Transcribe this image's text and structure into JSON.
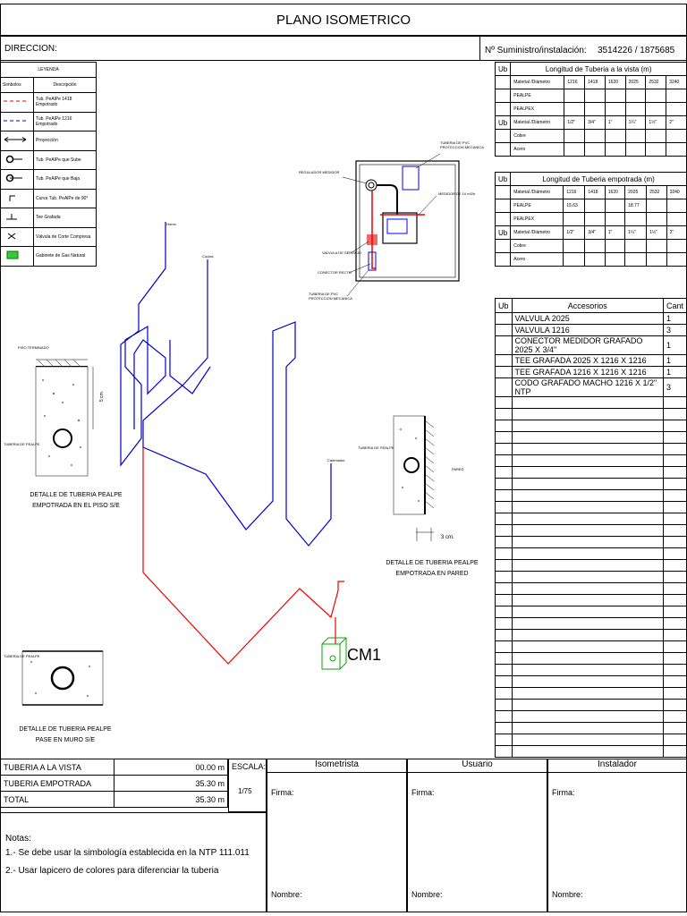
{
  "header": {
    "title": "PLANO ISOMETRICO"
  },
  "address": {
    "label": "DIRECCION:"
  },
  "supply": {
    "label": "Nº Suministro/instalación:",
    "value": "3514226 / 1875685"
  },
  "legend": {
    "title": "LEYENDA",
    "col_symbols": "Simbolos",
    "col_desc": "Descripción",
    "items": [
      {
        "desc": "Tub. PeAlPe 1418 Empotrado",
        "icon": "red-dashed-line-icon"
      },
      {
        "desc": "Tub. PeAlPe 1216 Empotrado",
        "icon": "blue-dashed-line-icon"
      },
      {
        "desc": "Proyección",
        "icon": "double-arrow-icon"
      },
      {
        "desc": "Tub. PeAlPe que Sube",
        "icon": "rising-pipe-icon"
      },
      {
        "desc": "Tub. PeAlPe que Baja",
        "icon": "falling-pipe-icon"
      },
      {
        "desc": "Curva Tub. PeAlPe de 90°",
        "icon": "elbow-icon"
      },
      {
        "desc": "Tee Grafada",
        "icon": "tee-icon"
      },
      {
        "desc": "Válvula de Corte Compresa",
        "icon": "valve-icon"
      },
      {
        "desc": "Gabinete de Gas Natural",
        "icon": "cabinet-icon"
      }
    ]
  },
  "visible_pipes": {
    "ub": "Ub",
    "title": "Longitud de Tuberia a la vista (m)",
    "row1_header": [
      "Material /Diámetro",
      "1216",
      "1418",
      "1620",
      "2025",
      "2532",
      "3240"
    ],
    "row1_materials": [
      "PEALPE",
      "PEALPEX"
    ],
    "row2_header": [
      "Material /Diámetro",
      "1/2\"",
      "3/4\"",
      "1\"",
      "1¼\"",
      "1½\"",
      "2\""
    ],
    "row2_materials": [
      "Cobre",
      "Acero"
    ]
  },
  "embedded_pipes": {
    "ub": "Ub",
    "title": "Longitud de Tuberia empotrada (m)",
    "row1_header": [
      "Material /Diámetro",
      "1216",
      "1418",
      "1620",
      "2025",
      "2532",
      "3240"
    ],
    "row1_materials": [
      {
        "name": "PEALPE",
        "values": [
          "15.63",
          "",
          "",
          "18.77",
          "",
          ""
        ]
      },
      {
        "name": "PEALPEX",
        "values": [
          "",
          "",
          "",
          "",
          "",
          ""
        ]
      }
    ],
    "row2_header": [
      "Material /Diámetro",
      "1/2\"",
      "3/4\"",
      "1\"",
      "1¼\"",
      "1½\"",
      "2\""
    ],
    "row2_materials": [
      "Cobre",
      "Acero"
    ]
  },
  "accessories": {
    "ub": "Ub",
    "title": "Accesorios",
    "cant": "Cant",
    "items": [
      {
        "name": "VALVULA 2025",
        "qty": "1"
      },
      {
        "name": "VALVULA 1216",
        "qty": "3"
      },
      {
        "name": "CONECTOR MEDIDOR GRAFADO 2025 X 3/4\"",
        "qty": "1"
      },
      {
        "name": "TEE GRAFADA 2025 X 1216 X 1216",
        "qty": "1"
      },
      {
        "name": "TEE GRAFADA 1216 X 1216 X 1216",
        "qty": "1"
      },
      {
        "name": "CODO GRAFADO MACHO 1216 X 1/2\" NTP",
        "qty": "3"
      }
    ]
  },
  "drawing": {
    "meter_labels": [
      "REGULADOR MEDIDOR",
      "TUBERIA DE PVC PROTECCION MECANICA",
      "MEDIDOR DE 10 m3/h",
      "VALVULA DE SERVICIO",
      "CONECTOR RECTO",
      "TUBERIA DE PVC PROTECCION MECANICA"
    ],
    "detail_floor": {
      "label": "PISO TERMINADO",
      "pipe": "TUBERIA DE PEALPE",
      "dim": "5 cm.",
      "caption": "DETALLE DE TUBERIA PEALPE EMPOTRADA EN EL PISO S/E"
    },
    "detail_wall": {
      "pipe": "TUBERIA DE PEALPE",
      "wall": "PARED",
      "dim": "3 cm.",
      "caption": "DETALLE DE TUBERIA PEALPE EMPOTRADA EN PARED"
    },
    "detail_pass": {
      "pipe": "TUBERIA DE PEALPE",
      "caption": "DETALLE DE TUBERIA PEALPE PASE EN MURO S/E"
    },
    "cabinet_label": "CM1",
    "point_labels": [
      "Horno",
      "Cocina",
      "Calentador"
    ]
  },
  "totals": {
    "rows": [
      {
        "label": "TUBERIA A LA VISTA",
        "value": "00.00 m"
      },
      {
        "label": "TUBERIA EMPOTRADA",
        "value": "35.30 m"
      },
      {
        "label": "TOTAL",
        "value": "35.30 m"
      }
    ],
    "scale_label": "ESCALA:",
    "scale_value": "1/75"
  },
  "signatures": {
    "cols": [
      "Isometrista",
      "Usuario",
      "Instalador"
    ],
    "firma": "Firma:",
    "nombre": "Nombre:"
  },
  "notes": {
    "title": "Notas:",
    "lines": [
      "1.- Se debe usar la simbología establecida en la NTP 111.011",
      "2.- Usar lapicero de colores para diferenciar la tuberia"
    ]
  }
}
